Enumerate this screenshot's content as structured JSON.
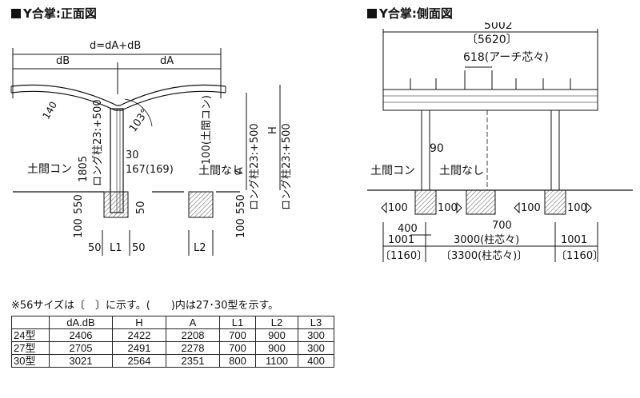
{
  "front": {
    "title": "Y合掌:正面図",
    "d_total": "d=dA+dB",
    "dB": "dB",
    "dA": "dA",
    "dim140": "140",
    "angle": "103°",
    "long_left": "ロング柱23:+500",
    "long_mid": "ロング柱23:+500",
    "long_right": "ロング柱23:+500",
    "h1805": "1805",
    "dim30": "30",
    "dim167": "167(169)",
    "doma_con": "土間コン",
    "doma_nashi": "土間なし",
    "doma_paren": "100(土間コン)",
    "labelA": "A",
    "labelH": "H",
    "dim50v": "50",
    "dim100a": "100",
    "dim550a": "550",
    "dim100b": "100",
    "dim550b": "550",
    "dim50l": "50",
    "L1": "L1",
    "dim50r": "50",
    "L2": "L2"
  },
  "side": {
    "title": "Y合掌:側面図",
    "d5002": "5002",
    "d5620": "〔5620〕",
    "d618": "618(アーチ芯々)",
    "d90": "90",
    "doma_con": "土間コン",
    "doma_nashi": "土間なし",
    "d100_1": "100",
    "d100_2": "100",
    "d100_3": "100",
    "d100_4": "100",
    "d400": "400",
    "d700": "700",
    "d1001a": "1001",
    "d3000": "3000(柱芯々)",
    "d1001b": "1001",
    "d1160a": "〔1160〕",
    "d3300": "〔3300(柱芯々)〕",
    "d1160b": "〔1160〕"
  },
  "note": "※56サイズは〔　〕に示す。(　　)内は27･30型を示す。",
  "table": {
    "headers": [
      "",
      "dA.dB",
      "H",
      "A",
      "L1",
      "L2",
      "L3"
    ],
    "rows": [
      [
        "24型",
        "2406",
        "2422",
        "2208",
        "700",
        "900",
        "300"
      ],
      [
        "27型",
        "2705",
        "2491",
        "2278",
        "700",
        "900",
        "300"
      ],
      [
        "30型",
        "3021",
        "2564",
        "2351",
        "800",
        "1100",
        "400"
      ]
    ]
  }
}
